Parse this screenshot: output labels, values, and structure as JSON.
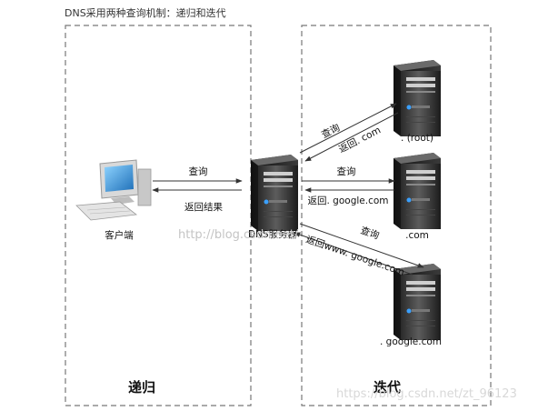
{
  "caption": "DNS采用两种查询机制：递归和迭代",
  "sections": {
    "left": "递归",
    "right": "迭代"
  },
  "nodes": {
    "client": "客户端",
    "dns_server": "DNS服务器",
    "root_server": ". (root)",
    "com_server": ".com",
    "google_server": ". google.com"
  },
  "arrows": {
    "client_query": "查询",
    "client_return": "返回结果",
    "root_query": "查询",
    "root_return": "返回. com",
    "com_query": "查询",
    "com_return": "返回. google.com",
    "google_query": "查询",
    "google_return": "返回www. google.com"
  },
  "watermarks": {
    "center": "http://blog.csdn.net/",
    "bottom": "https://blog.csdn.net/zt_96123"
  }
}
